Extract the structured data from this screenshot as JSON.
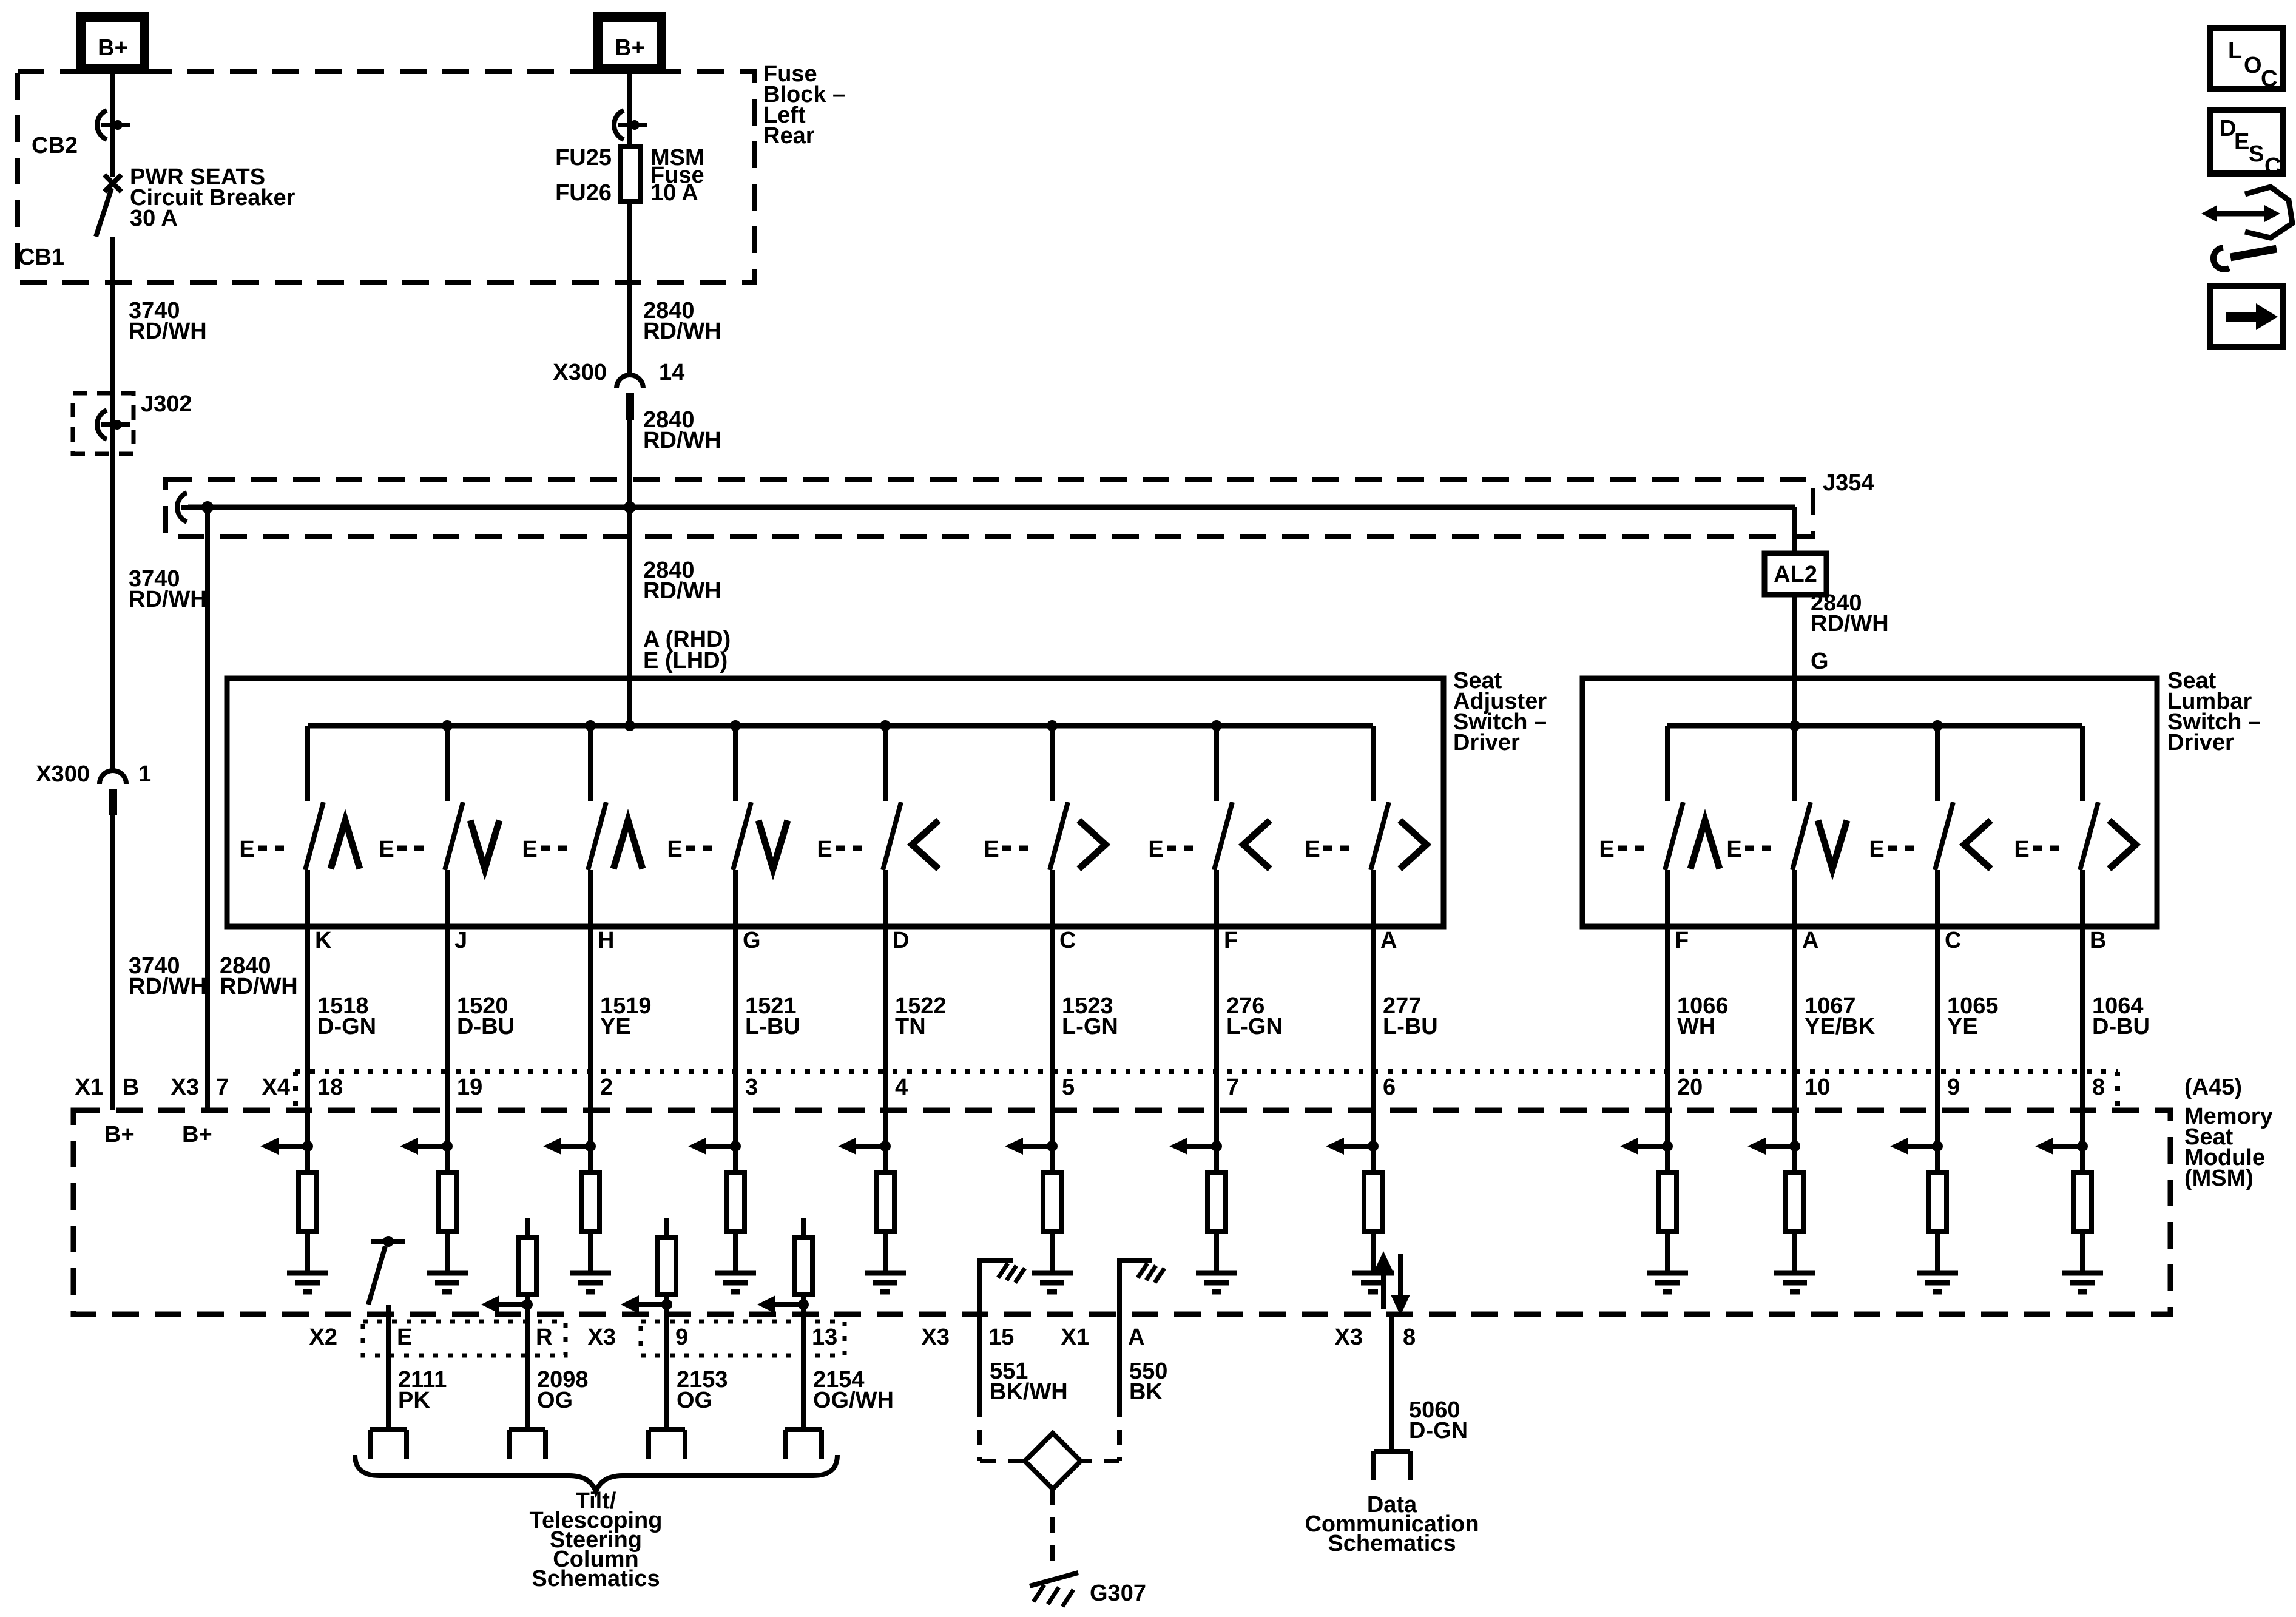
{
  "page": {
    "background": "#ffffff",
    "ink": "#000000"
  },
  "icons": {
    "loc": [
      "L",
      "O",
      "C"
    ],
    "desc": [
      "D",
      "E",
      "S",
      "C"
    ]
  },
  "labels": {
    "b_plus": "B+",
    "x300": "X300",
    "x300_left_pin": "1",
    "x300_mid_pin": "14",
    "j302": "J302",
    "j354": "J354",
    "al2": "AL2",
    "g_pin": "G",
    "rhd": "A (RHD)",
    "lhd": "E (LHD)",
    "msm_x1": "X1",
    "msm_x1_pin": "B",
    "msm_x3": "X3",
    "msm_x3_pin": "7",
    "msm_x4": "X4",
    "msm_bplus_1": "B+",
    "msm_bplus_2": "B+"
  },
  "fuse_block": {
    "title": [
      "Fuse",
      "Block –",
      "Left",
      "Rear"
    ],
    "cb2": "CB2",
    "cb1": "CB1",
    "breaker": [
      "PWR SEATS",
      "Circuit Breaker",
      "30 A"
    ],
    "fu25": "FU25",
    "fu26": "FU26",
    "fuse": [
      "MSM",
      "Fuse",
      "10 A"
    ]
  },
  "wires": {
    "w3740": {
      "num": "3740",
      "color": "RD/WH"
    },
    "w2840": {
      "num": "2840",
      "color": "RD/WH"
    }
  },
  "adjuster": {
    "title": [
      "Seat",
      "Adjuster",
      "Switch –",
      "Driver"
    ],
    "switches": [
      {
        "pin": "K",
        "dir": "up",
        "wire": "1518",
        "color": "D-GN",
        "msm_pin": "18"
      },
      {
        "pin": "J",
        "dir": "down",
        "wire": "1520",
        "color": "D-BU",
        "msm_pin": "19"
      },
      {
        "pin": "H",
        "dir": "up",
        "wire": "1519",
        "color": "YE",
        "msm_pin": "2"
      },
      {
        "pin": "G",
        "dir": "down",
        "wire": "1521",
        "color": "L-BU",
        "msm_pin": "3"
      },
      {
        "pin": "D",
        "dir": "left",
        "wire": "1522",
        "color": "TN",
        "msm_pin": "4"
      },
      {
        "pin": "C",
        "dir": "right",
        "wire": "1523",
        "color": "L-GN",
        "msm_pin": "5"
      },
      {
        "pin": "F",
        "dir": "left",
        "wire": "276",
        "color": "L-GN",
        "msm_pin": "7"
      },
      {
        "pin": "A",
        "dir": "right",
        "wire": "277",
        "color": "L-BU",
        "msm_pin": "6"
      }
    ]
  },
  "lumbar": {
    "title": [
      "Seat",
      "Lumbar",
      "Switch –",
      "Driver"
    ],
    "switches": [
      {
        "pin": "F",
        "dir": "up",
        "wire": "1066",
        "color": "WH",
        "msm_pin": "20"
      },
      {
        "pin": "A",
        "dir": "down",
        "wire": "1067",
        "color": "YE/BK",
        "msm_pin": "10"
      },
      {
        "pin": "C",
        "dir": "left",
        "wire": "1065",
        "color": "YE",
        "msm_pin": "9"
      },
      {
        "pin": "B",
        "dir": "right",
        "wire": "1064",
        "color": "D-BU",
        "msm_pin": "8"
      }
    ]
  },
  "msm": {
    "title": [
      "(A45)",
      "Memory",
      "Seat",
      "Module",
      "(MSM)"
    ]
  },
  "outputs": {
    "items": [
      {
        "conn": "X2",
        "pin": "E",
        "wire": "2111",
        "color": "PK",
        "kind": "switch"
      },
      {
        "conn": "",
        "pin": "R",
        "wire": "2098",
        "color": "OG",
        "kind": "resistor"
      },
      {
        "conn": "X3",
        "pin": "9",
        "wire": "2153",
        "color": "OG",
        "kind": "resistor"
      },
      {
        "conn": "",
        "pin": "13",
        "wire": "2154",
        "color": "OG/WH",
        "kind": "resistor"
      }
    ],
    "dest": [
      "Tilt/",
      "Telescoping",
      "Steering",
      "Column",
      "Schematics"
    ]
  },
  "grounds": {
    "items": [
      {
        "conn": "X3",
        "pin": "15",
        "wire": "551",
        "color": "BK/WH"
      },
      {
        "conn": "X1",
        "pin": "A",
        "wire": "550",
        "color": "BK"
      }
    ],
    "ref": "G307"
  },
  "data_link": {
    "conn": "X3",
    "pin": "8",
    "wire": "5060",
    "color": "D-GN",
    "dest": [
      "Data",
      "Communication",
      "Schematics"
    ]
  }
}
